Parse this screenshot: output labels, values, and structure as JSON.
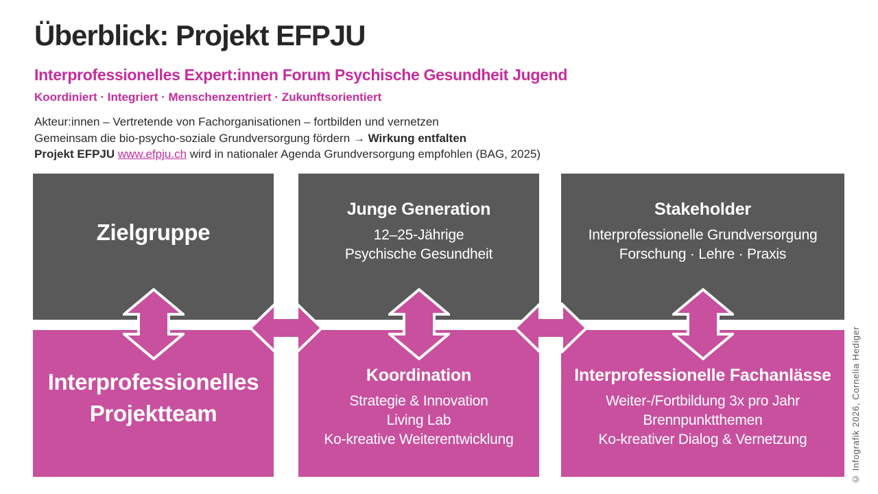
{
  "header": {
    "title": "Überblick: Projekt EFPJU",
    "subtitle": "Interprofessionelles Expert:innen Forum Psychische Gesundheit Jugend",
    "tagline": "Koordiniert · Integriert · Menschenzentriert · Zukunftsorientiert"
  },
  "intro": {
    "line1": "Akteur:innen – Vertretende von Fachorganisationen – fortbilden und vernetzen",
    "line2_text": "Gemeinsam die bio-psycho-soziale Grundversorgung fördern ",
    "line2_bold": "→ Wirkung entfalten",
    "line3_bold": "Projekt EFPJU ",
    "line3_link": "www.efpju.ch",
    "line3_rest": " wird in nationaler Agenda Grundversorgung empfohlen (BAG, 2025)"
  },
  "diagram": {
    "top_row": [
      {
        "title": "Zielgruppe",
        "lines": []
      },
      {
        "title": "Junge Generation",
        "lines": [
          "12–25-Jährige",
          "Psychische Gesundheit"
        ]
      },
      {
        "title": "Stakeholder",
        "lines": [
          "Interprofessionelle Grundversorgung",
          "Forschung · Lehre · Praxis"
        ]
      }
    ],
    "bottom_row": [
      {
        "title": "Interprofessionelles Projektteam",
        "lines": []
      },
      {
        "title": "Koordination",
        "lines": [
          "Strategie & Innovation",
          "Living Lab",
          "Ko-kreative Weiterentwicklung"
        ]
      },
      {
        "title": "Interprofessionelle Fachanlässe",
        "lines": [
          "Weiter-/Fortbildung 3x pro Jahr",
          "Brennpunktthemen",
          "Ko-kreativer Dialog & Vernetzung"
        ]
      }
    ]
  },
  "icons": {
    "vertical_arrow": "up-down-arrow",
    "horizontal_arrow": "left-right-arrow"
  },
  "colors": {
    "magenta_text": "#c62c9c",
    "magenta_box": "#c8509e",
    "gray_box": "#595959",
    "title_text": "#262626"
  },
  "credit": "© Infografik 2026, Cornelia Hediger"
}
